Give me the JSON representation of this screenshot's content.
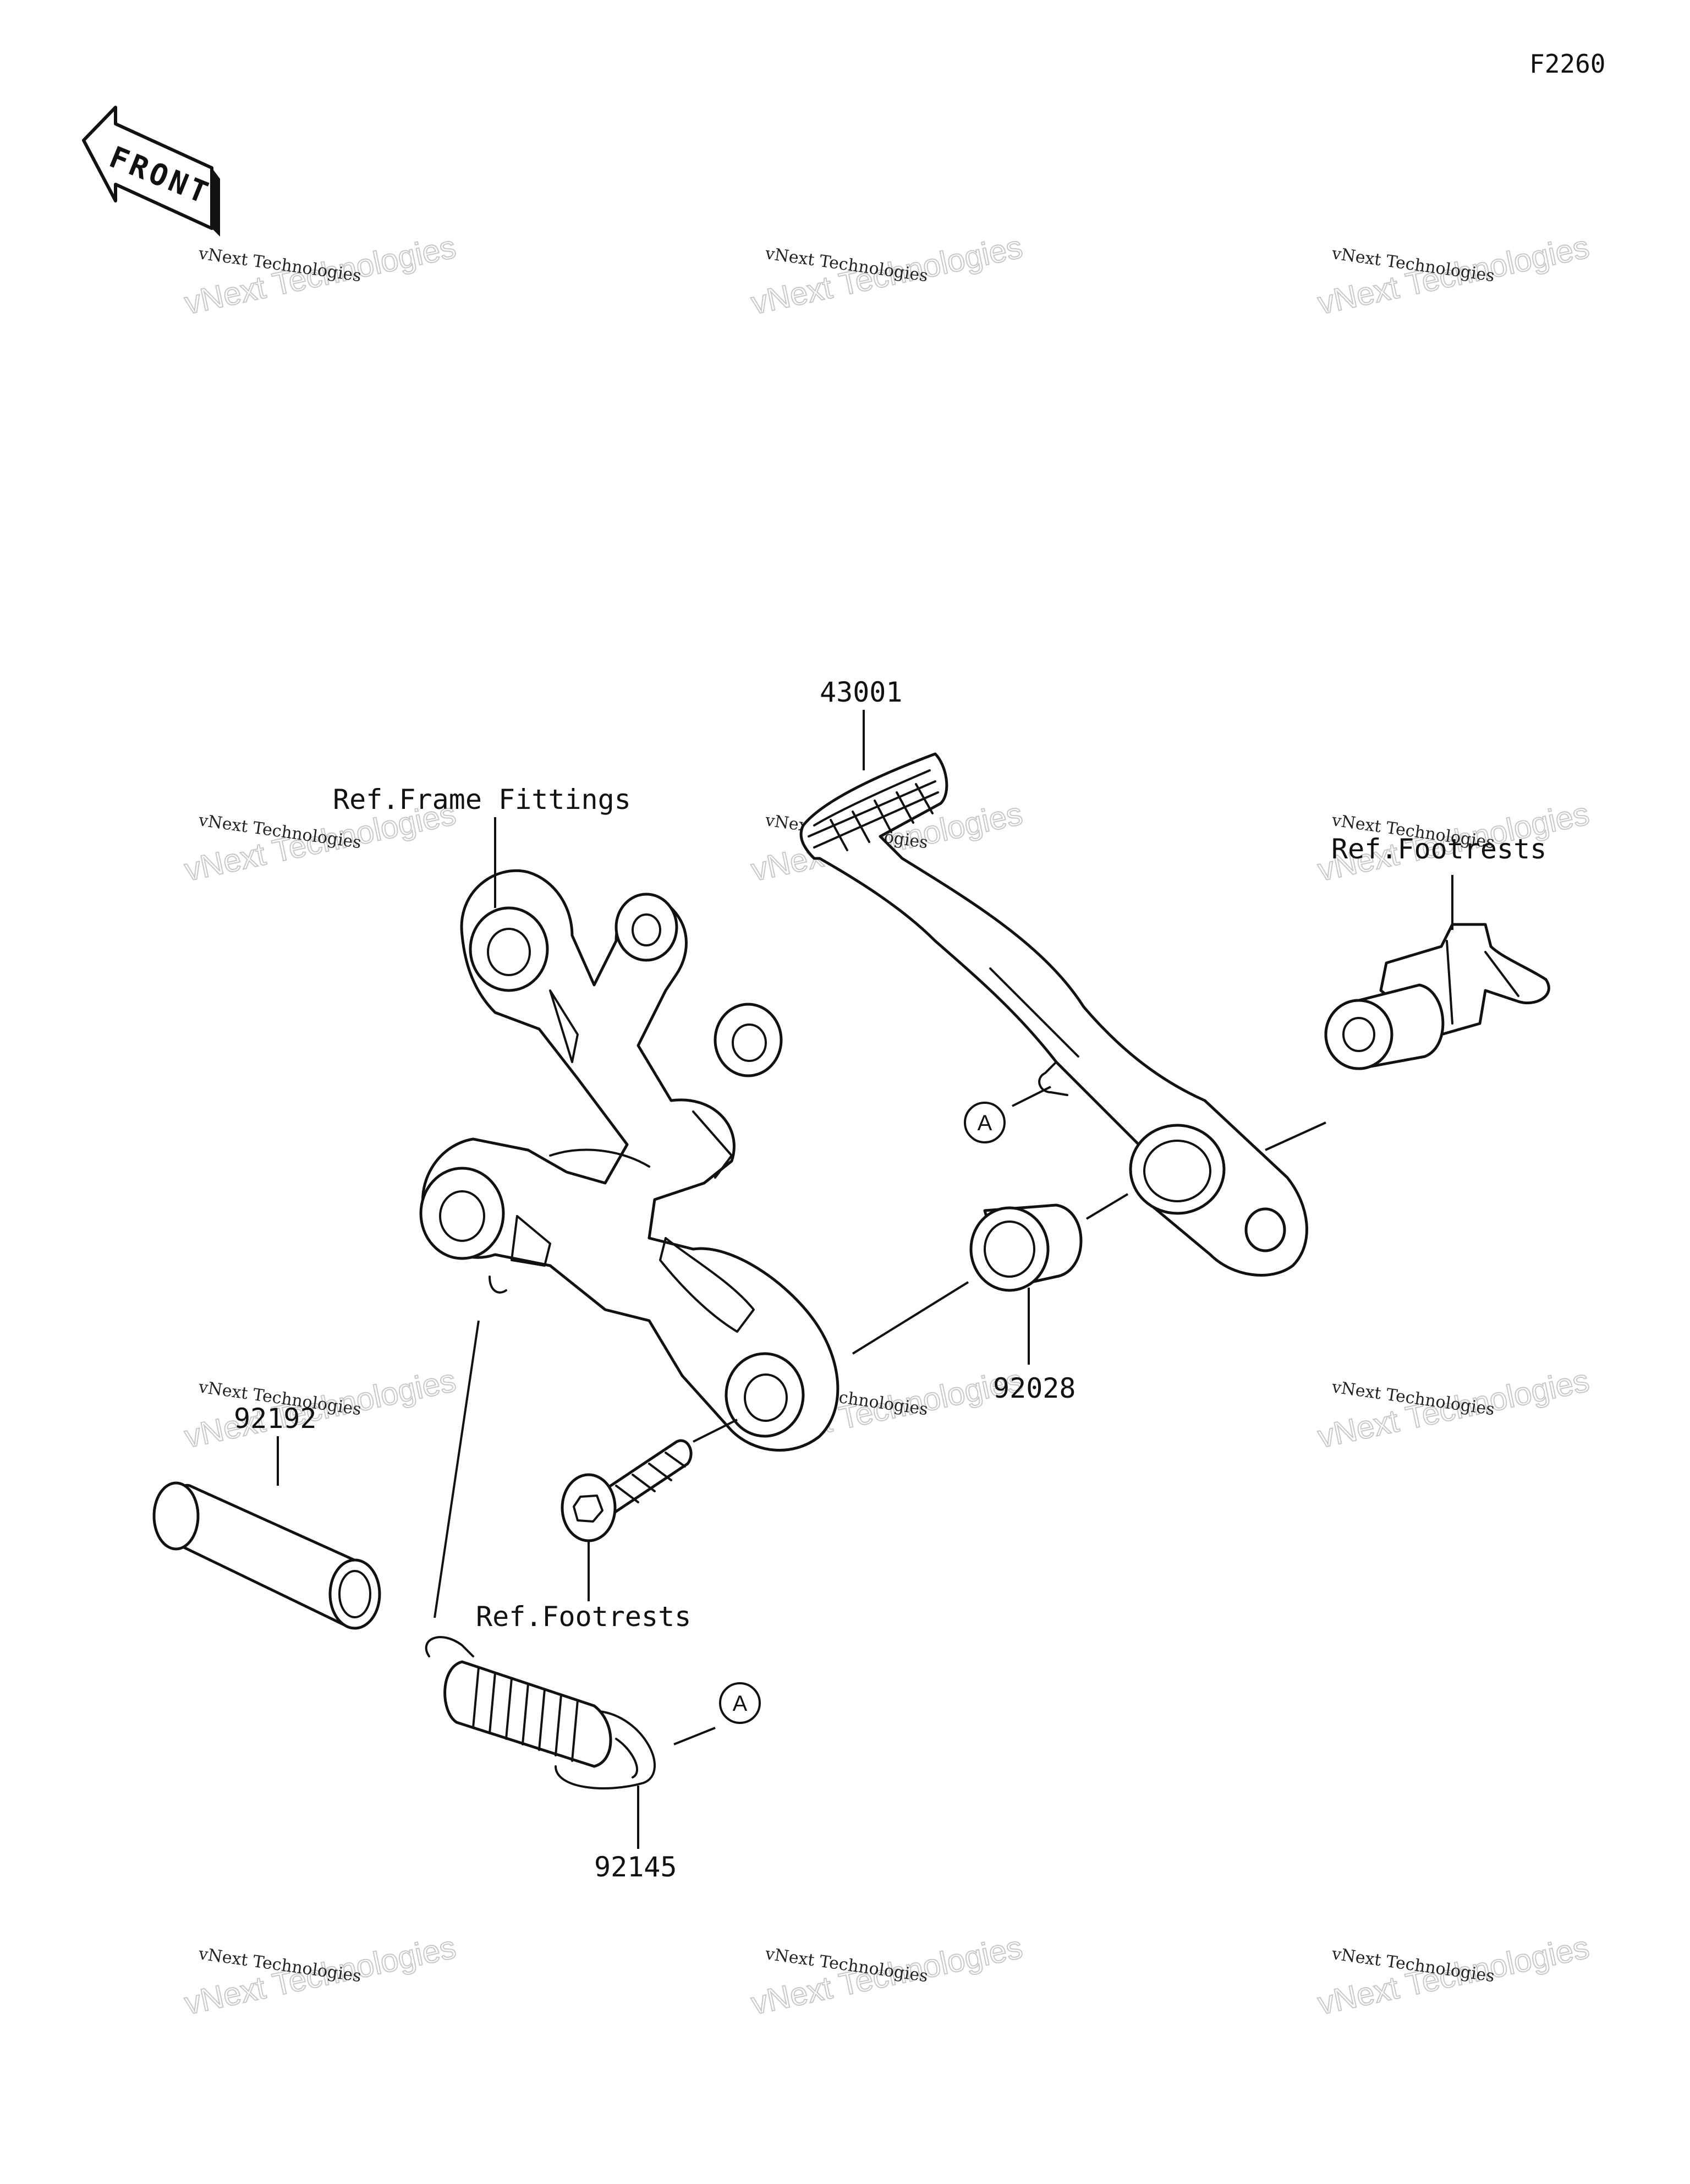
{
  "figure_code": "F2260",
  "front_arrow": {
    "label": "FRONT",
    "icon": "front-arrow-icon"
  },
  "watermark": {
    "line1": "vNext Technologies",
    "line2": "vNext Technologies"
  },
  "parts": [
    {
      "id": "43001"
    },
    {
      "id": "92028"
    },
    {
      "id": "92192"
    },
    {
      "id": "92145"
    }
  ],
  "references": {
    "frame_fittings": "Ref.Frame Fittings",
    "footrests_upper": "Ref.Footrests",
    "footrests_lower": "Ref.Footrests"
  },
  "callout": "A"
}
